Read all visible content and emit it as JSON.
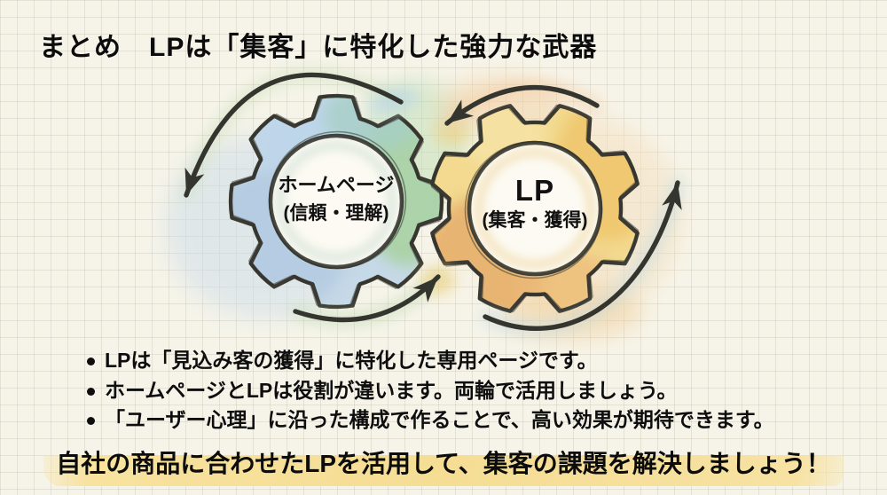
{
  "title": "まとめ　LPは「集客」に特化した強力な武器",
  "diagram": {
    "left_gear": {
      "label": "ホームページ",
      "sublabel": "(信頼・理解)",
      "fill": "#c6d9e8",
      "accent": "#a9d2a2"
    },
    "right_gear": {
      "label": "LP",
      "sublabel": "(集客・獲得)",
      "fill": "#f3da90",
      "accent": "#e8b26e"
    },
    "arrows": "circular-exchange-arrows"
  },
  "bullets": [
    "LPは「見込み客の獲得」に特化した専用ページです。",
    "ホームページとLPは役割が違います。両輪で活用しましょう。",
    "「ユーザー心理」に沿った構成で作ることで、高い効果が期待できます。"
  ],
  "conclusion": "自社の商品に合わせたLPを活用して、集客の課題を解決しましょう！",
  "colors": {
    "background": "#f6f4e9",
    "grid_line": "#dedac9",
    "text": "#0e0e0e",
    "outline_ink": "#3a3a33",
    "highlight": "#f5dd94",
    "gear_blue": "#c6d9e8",
    "gear_green": "#a9d2a2",
    "gear_teal": "#a7cfc6",
    "gear_yellow": "#f3da90",
    "gear_orange": "#e8b26e"
  }
}
